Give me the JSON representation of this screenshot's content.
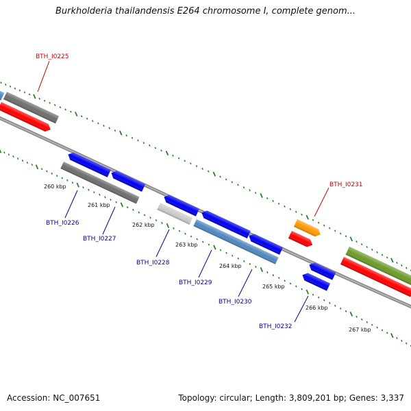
{
  "title": "Burkholderia thailandensis E264 chromosome I, complete genom...",
  "footer": {
    "accession": "Accession: NC_007651",
    "summary": "Topology: circular; Length: 3,809,201 bp; Genes: 3,337"
  },
  "colors": {
    "backbone": "#8a8a8a",
    "tick": "#2a7d2a",
    "label_forward": "#cc0000",
    "label_reverse": "#0000aa",
    "red": "#ff0000",
    "blue": "#0000ee",
    "gray": "#6e6e6e",
    "lightgray": "#cccccc",
    "steelblue": "#4f88c0",
    "orange": "#ff9900",
    "olive": "#6e9a2a"
  },
  "ticks": [
    {
      "label": "260 kbp"
    },
    {
      "label": "261 kbp"
    },
    {
      "label": "262 kbp"
    },
    {
      "label": "263 kbp"
    },
    {
      "label": "264 kbp"
    },
    {
      "label": "265 kbp"
    },
    {
      "label": "266 kbp"
    },
    {
      "label": "267 kbp"
    }
  ],
  "gene_labels": [
    {
      "text": "BTH_I0225",
      "strand": "forward"
    },
    {
      "text": "BTH_I0231",
      "strand": "forward"
    },
    {
      "text": "BTH_I0226",
      "strand": "reverse"
    },
    {
      "text": "BTH_I0227",
      "strand": "reverse"
    },
    {
      "text": "BTH_I0228",
      "strand": "reverse"
    },
    {
      "text": "BTH_I0229",
      "strand": "reverse"
    },
    {
      "text": "BTH_I0230",
      "strand": "reverse"
    },
    {
      "text": "BTH_I0232",
      "strand": "reverse"
    }
  ]
}
